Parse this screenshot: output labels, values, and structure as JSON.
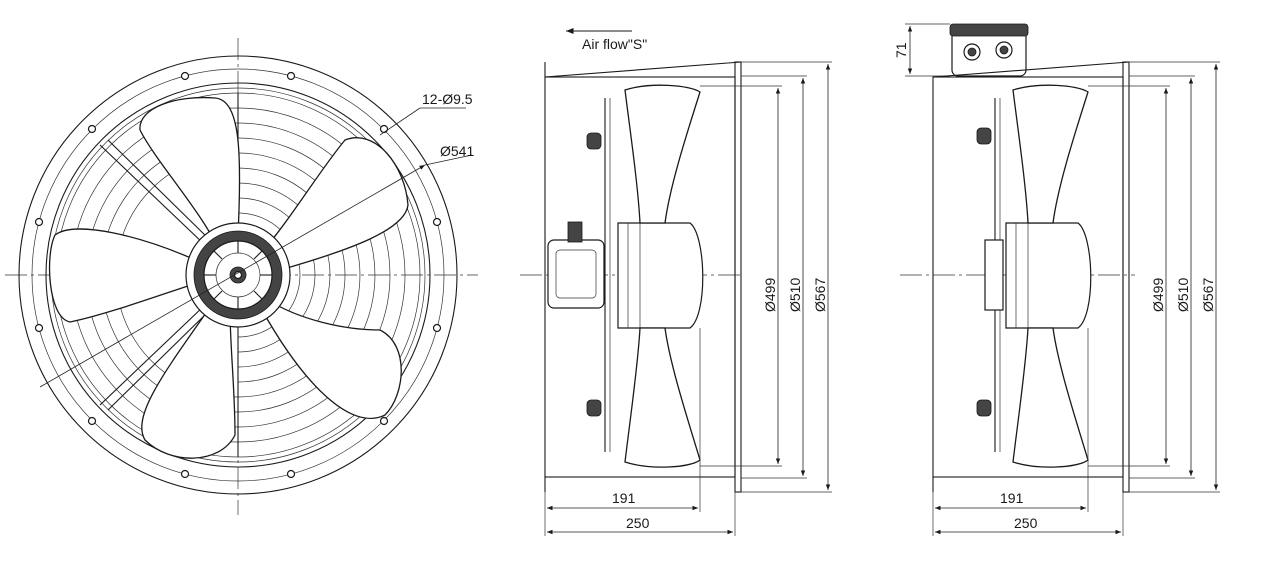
{
  "front_view": {
    "holes_label": "12-Ø9.5",
    "bolt_circle_label": "Ø541"
  },
  "side_view_left": {
    "airflow_label": "Air flow\"S\"",
    "dim_blade": "Ø499",
    "dim_inner": "Ø510",
    "dim_outer": "Ø567",
    "dim_191": "191",
    "dim_250": "250"
  },
  "side_view_right": {
    "dim_box_height": "71",
    "dim_blade": "Ø499",
    "dim_inner": "Ø510",
    "dim_outer": "Ø567",
    "dim_191": "191",
    "dim_250": "250"
  },
  "colors": {
    "line": "#1a1a1a",
    "background": "#ffffff"
  }
}
